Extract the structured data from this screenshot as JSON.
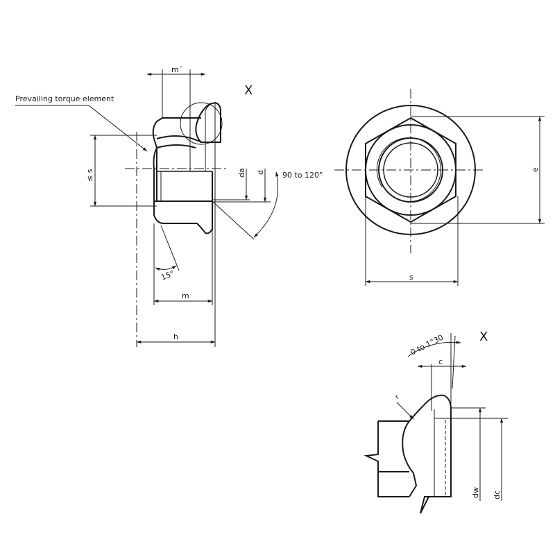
{
  "labels": {
    "prevailing_torque": "Prevailing torque element",
    "view_x_top": "X",
    "view_x_detail": "X",
    "m_prime": "m´",
    "s_le": "≤ s",
    "da": "da",
    "d": "d",
    "angle_range": "90 to 120°",
    "angle_15": "15°",
    "m": "m",
    "h": "h",
    "e": "e",
    "s": "s",
    "detail_angle": "0 to 1°30",
    "c": "c",
    "r": "r",
    "dw": "dw",
    "dc": "dc"
  }
}
